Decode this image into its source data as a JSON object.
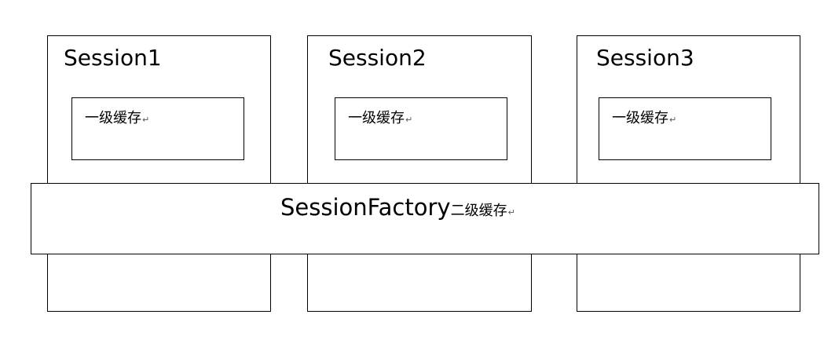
{
  "sessions": [
    {
      "title": "Session1",
      "cache_label": "一级缓存"
    },
    {
      "title": "Session2",
      "cache_label": "一级缓存"
    },
    {
      "title": "Session3",
      "cache_label": "一级缓存"
    }
  ],
  "factory": {
    "name": "SessionFactory",
    "cache_label": "二级缓存"
  },
  "return_mark": "↵"
}
